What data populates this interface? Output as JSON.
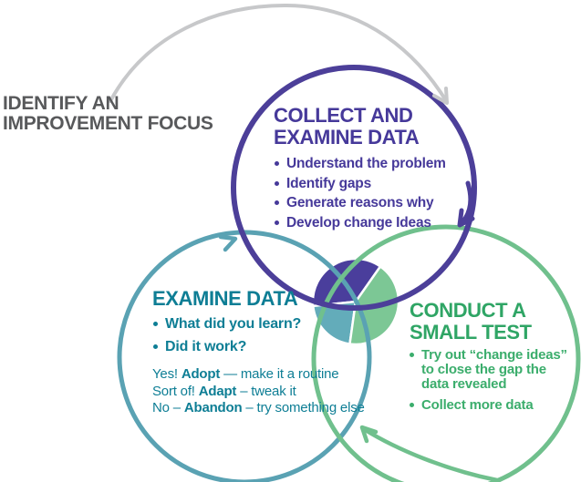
{
  "diagram_title": "Improvement cycle diagram",
  "colors": {
    "purple_text": "#46399A",
    "purple_circle": "#4C3F99",
    "teal_text": "#0E7E95",
    "teal_circle": "#5AA2B3",
    "green_heading": "#2FA565",
    "green_bullets": "#3BAD6C",
    "green_circle": "#70C08D",
    "wedge_purple": "#4A3E9C",
    "wedge_teal": "#63ACBA",
    "wedge_green": "#7CC795",
    "gray_arrow": "#C7C8CA",
    "identify_gray": "#58595B"
  },
  "intro": {
    "line1": "IDENTIFY AN",
    "line2": "IMPROVEMENT FOCUS"
  },
  "collect": {
    "title_line1": "COLLECT AND",
    "title_line2": "EXAMINE DATA",
    "bullets": [
      "Understand the problem",
      "Identify gaps",
      "Generate reasons why",
      "Develop change Ideas"
    ]
  },
  "examine": {
    "title": "EXAMINE DATA",
    "bullets": [
      "What did you learn?",
      "Did it work?"
    ],
    "decisions": [
      {
        "prefix": "Yes! ",
        "bold": "Adopt",
        "rest": " — make it a routine"
      },
      {
        "prefix": "Sort of! ",
        "bold": "Adapt",
        "rest": " – tweak it"
      },
      {
        "prefix": "No – ",
        "bold": "Abandon",
        "rest": " – try something else"
      }
    ]
  },
  "conduct": {
    "title_line1": "CONDUCT A",
    "title_line2": "SMALL TEST",
    "bullets": [
      "Try out “change ideas” to close the gap the data revealed",
      "Collect more data"
    ]
  }
}
